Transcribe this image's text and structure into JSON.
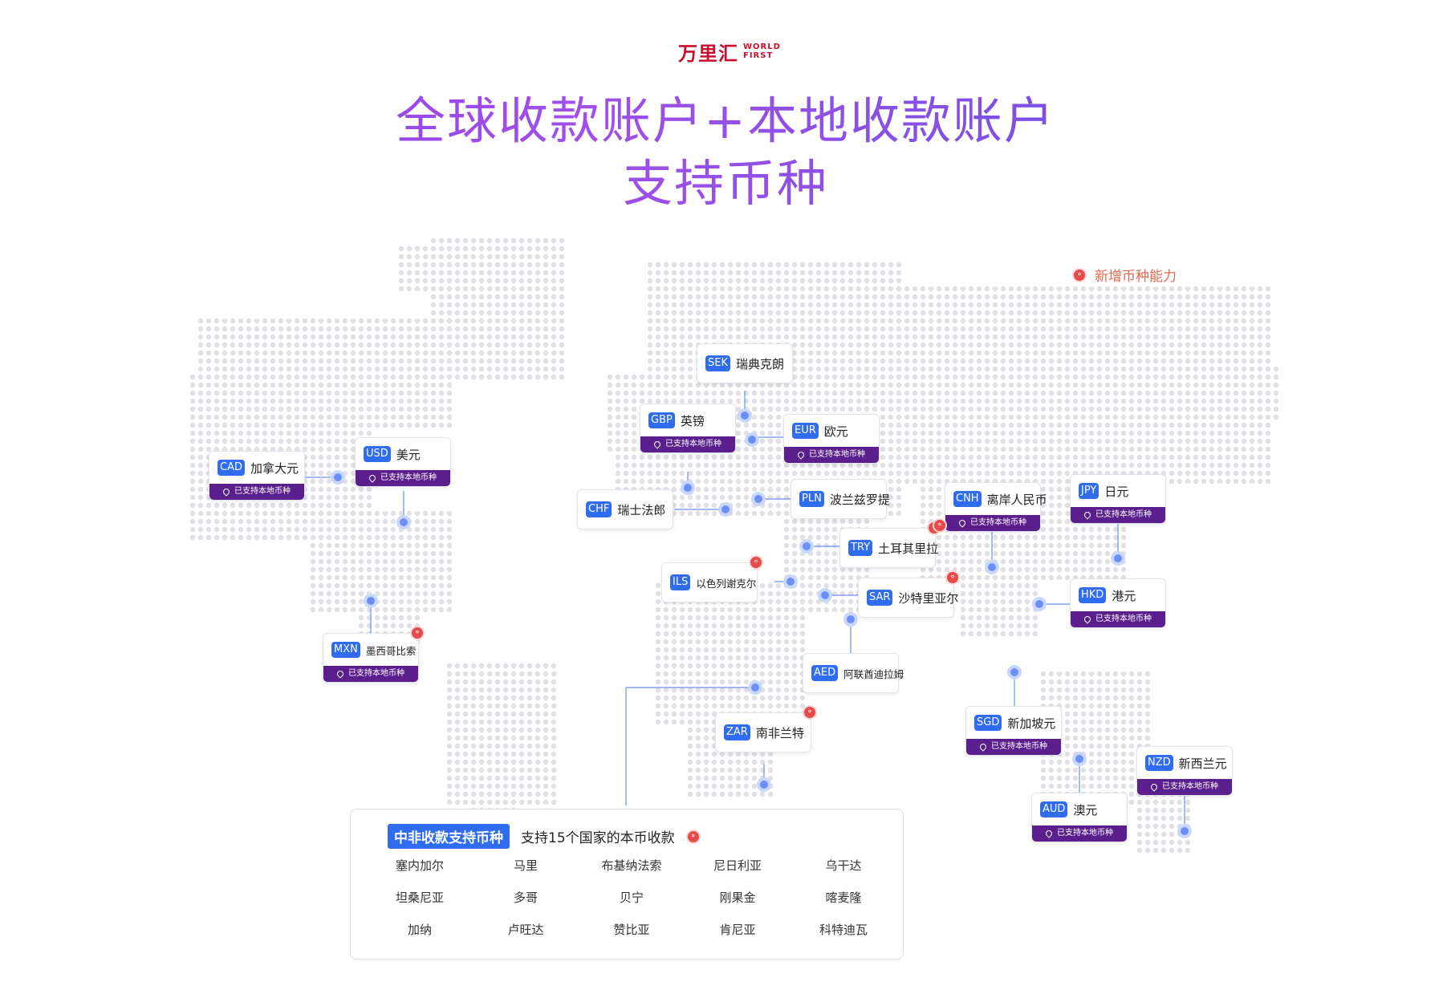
{
  "logo": {
    "cn": "万里汇",
    "en_line1": "WORLD",
    "en_line2": "FIRST"
  },
  "title": {
    "line1": "全球收款账户+本地收款账户",
    "line2": "支持币种"
  },
  "legend": {
    "label": "新增币种能力",
    "icon": "new-currency-icon"
  },
  "bar_label": "已支持本地币种",
  "colors": {
    "accent_blue": "#2f6cf0",
    "bar_purple": "#5a1f8c",
    "new_red": "#e54b4b",
    "map_dot": "#e0e0e6"
  },
  "currencies": {
    "cad": {
      "code": "CAD",
      "name": "加拿大元"
    },
    "usd": {
      "code": "USD",
      "name": "美元"
    },
    "mxn": {
      "code": "MXN",
      "name": "墨西哥比索"
    },
    "sek": {
      "code": "SEK",
      "name": "瑞典克朗"
    },
    "gbp": {
      "code": "GBP",
      "name": "英镑"
    },
    "eur": {
      "code": "EUR",
      "name": "欧元"
    },
    "chf": {
      "code": "CHF",
      "name": "瑞士法郎"
    },
    "pln": {
      "code": "PLN",
      "name": "波兰兹罗提"
    },
    "try": {
      "code": "TRY",
      "name": "土耳其里拉"
    },
    "ils": {
      "code": "ILS",
      "name": "以色列谢克尔"
    },
    "sar": {
      "code": "SAR",
      "name": "沙特里亚尔"
    },
    "aed": {
      "code": "AED",
      "name": "阿联酋迪拉姆"
    },
    "zar": {
      "code": "ZAR",
      "name": "南非兰特"
    },
    "cnh": {
      "code": "CNH",
      "name": "离岸人民币"
    },
    "jpy": {
      "code": "JPY",
      "name": "日元"
    },
    "hkd": {
      "code": "HKD",
      "name": "港元"
    },
    "sgd": {
      "code": "SGD",
      "name": "新加坡元"
    },
    "nzd": {
      "code": "NZD",
      "name": "新西兰元"
    },
    "aud": {
      "code": "AUD",
      "name": "澳元"
    }
  },
  "africa": {
    "tag": "中非收款支持币种",
    "subtitle": "支持15个国家的本币收款",
    "countries": [
      "塞内加尔",
      "马里",
      "布基纳法索",
      "尼日利亚",
      "乌干达",
      "坦桑尼亚",
      "多哥",
      "贝宁",
      "刚果金",
      "喀麦隆",
      "加纳",
      "卢旺达",
      "赞比亚",
      "肯尼亚",
      "科特迪瓦"
    ]
  }
}
